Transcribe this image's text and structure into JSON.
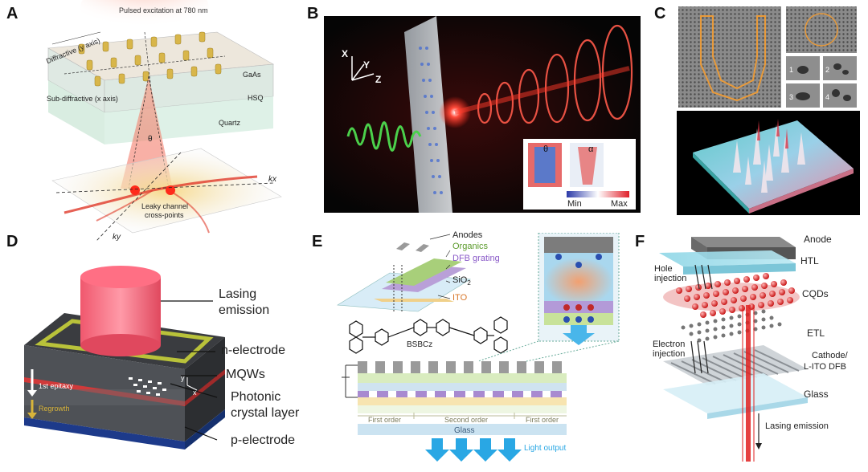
{
  "panels": {
    "a": {
      "letter": "A",
      "excitation": "Pulsed excitation at 780 nm",
      "diffractive": "Diffractive (y axis)",
      "subdiffractive": "Sub-diffractive (x axis)",
      "gaas": "GaAs",
      "hsq": "HSQ",
      "quartz": "Quartz",
      "theta": "θ",
      "kx": "kx",
      "ky": "ky",
      "leaky1": "Leaky channel",
      "leaky2": "cross-points"
    },
    "b": {
      "letter": "B",
      "axis_x": "X",
      "axis_y": "Y",
      "axis_z": "Z",
      "theta": "θ",
      "alpha": "α",
      "min": "Min",
      "max": "Max"
    },
    "c": {
      "letter": "C",
      "n1": "1",
      "n2": "2",
      "n3": "3",
      "n4": "4"
    },
    "d": {
      "letter": "D",
      "lasing1": "Lasing",
      "lasing2": "emission",
      "nelectrode": "n-electrode",
      "mqws": "MQWs",
      "pc1": "Photonic",
      "pc2": "crystal layer",
      "pelectrode": "p-electrode",
      "epitaxy": "1st epitaxy",
      "regrowth": "Regrowth",
      "y": "y",
      "x": "x"
    },
    "e": {
      "letter": "E",
      "anodes": "Anodes",
      "organics": "Organics",
      "dfb": "DFB grating",
      "sio2": "SiO",
      "sio2_sub": "2",
      "ito": "ITO",
      "bsbcz": "BSBCz",
      "first_order_left": "First order",
      "second_order": "Second order",
      "first_order_right": "First order",
      "glass": "Glass",
      "light_output": "Light output"
    },
    "f": {
      "letter": "F",
      "anode": "Anode",
      "htl": "HTL",
      "hole1": "Hole",
      "hole2": "injection",
      "cqds": "CQDs",
      "etl": "ETL",
      "electron1": "Electron",
      "electron2": "injection",
      "cathode1": "Cathode/",
      "cathode2": "L-ITO DFB",
      "glass": "Glass",
      "lasing": "Lasing emission"
    }
  }
}
